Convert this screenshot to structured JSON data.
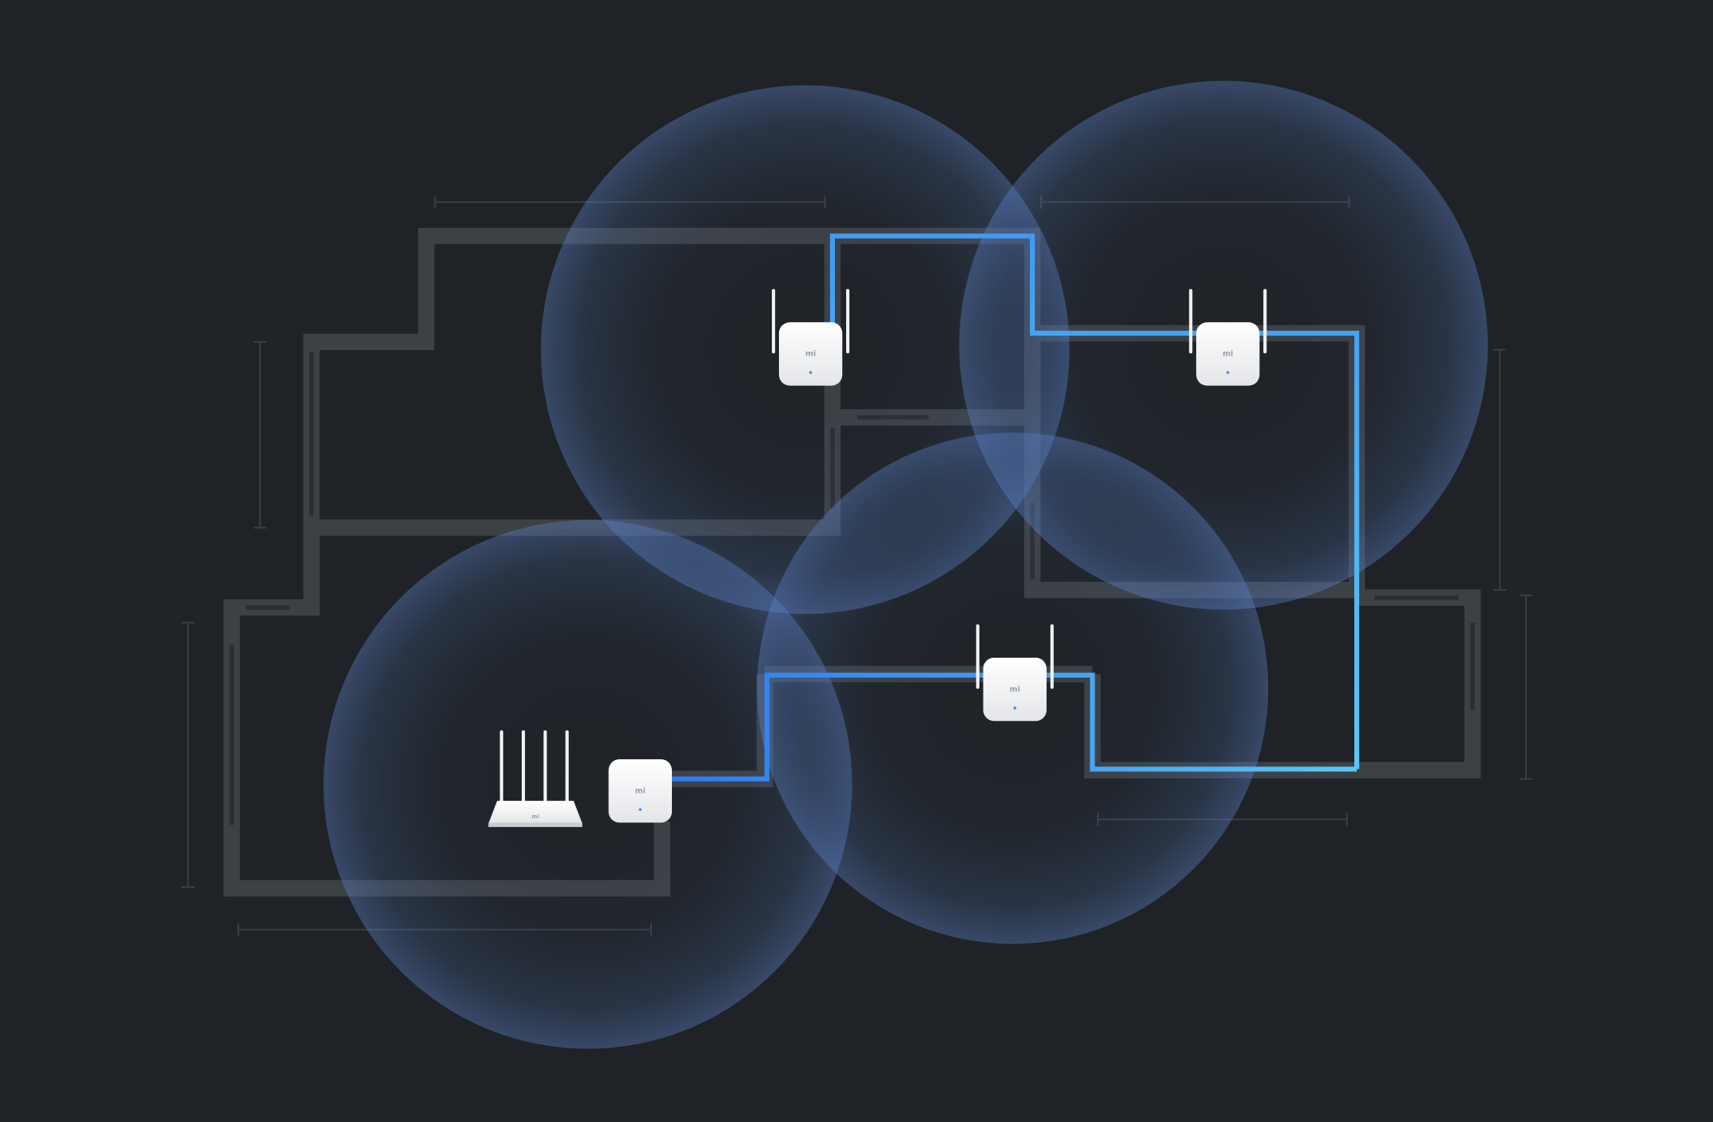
{
  "diagram": {
    "background": "#1f2226",
    "wall_color": "#3d4044",
    "dimension_line_color": "#3a3d41",
    "coverage_color": "#4a6fb0",
    "cable_gradient": [
      "#2d7cf0",
      "#5ac8f5"
    ],
    "device_color": "#f4f5f6",
    "led_color": "#3d8bf0"
  },
  "devices": {
    "router": {
      "icon": "router-icon",
      "logo": "mi",
      "antennas": 4
    },
    "adapter": {
      "icon": "powerline-adapter-icon",
      "logo": "mi",
      "antennas": 0
    },
    "extenders": [
      {
        "icon": "extender-icon",
        "logo": "mi",
        "antennas": 2
      },
      {
        "icon": "extender-icon",
        "logo": "mi",
        "antennas": 2
      },
      {
        "icon": "extender-icon",
        "logo": "mi",
        "antennas": 2
      }
    ]
  }
}
